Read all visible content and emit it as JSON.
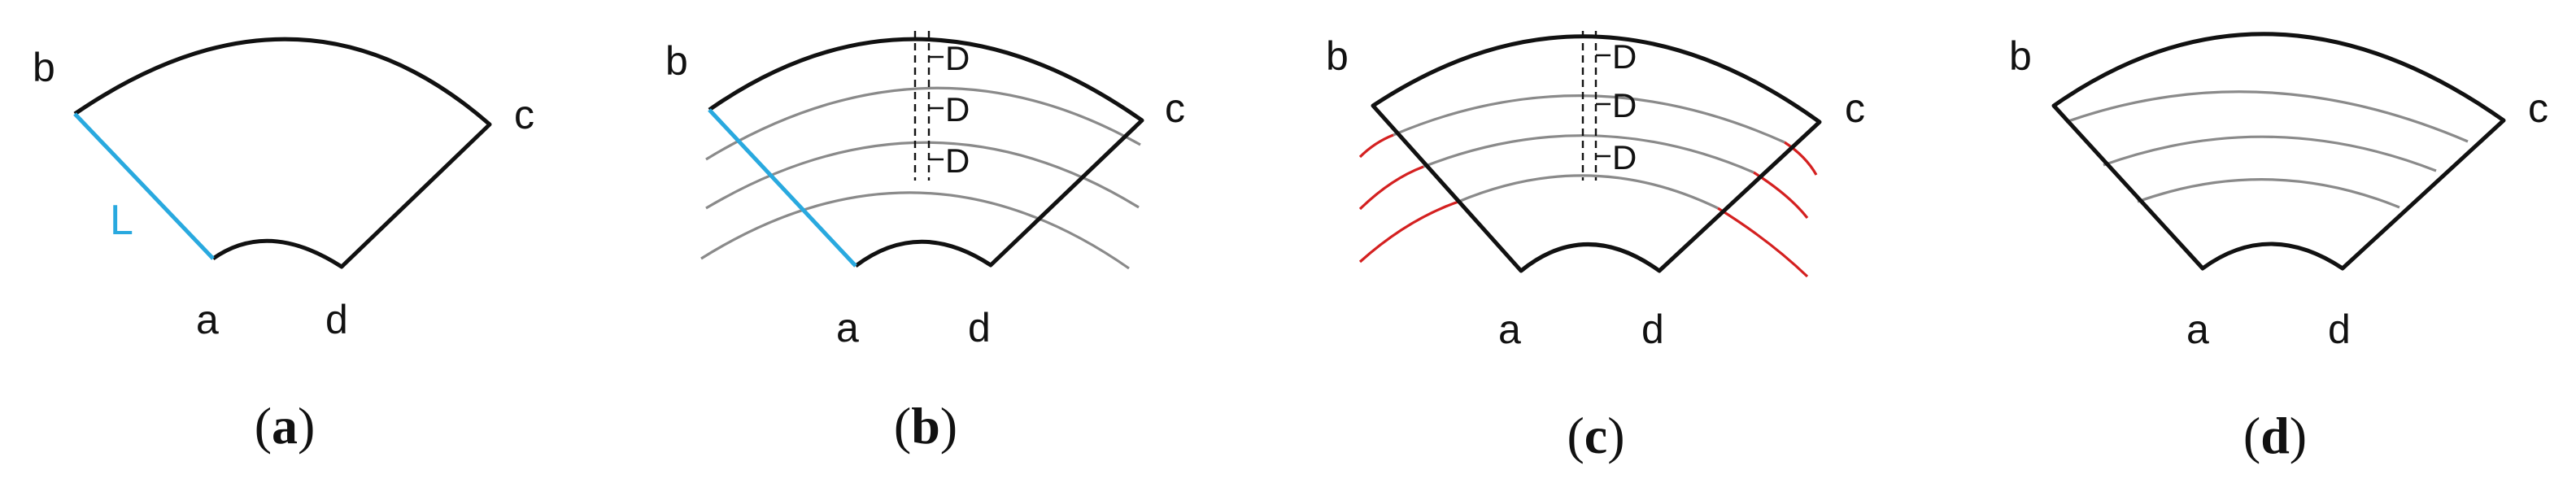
{
  "panels": [
    {
      "caption": {
        "open": "(",
        "letter": "a",
        "close": ")"
      },
      "labels": {
        "a": "a",
        "b": "b",
        "c": "c",
        "d": "d",
        "L": "L"
      }
    },
    {
      "caption": {
        "open": "(",
        "letter": "b",
        "close": ")"
      },
      "labels": {
        "a": "a",
        "b": "b",
        "c": "c",
        "d": "d"
      },
      "spacing_labels": [
        "D",
        "D",
        "D"
      ]
    },
    {
      "caption": {
        "open": "(",
        "letter": "c",
        "close": ")"
      },
      "labels": {
        "a": "a",
        "b": "b",
        "c": "c",
        "d": "d"
      },
      "spacing_labels": [
        "D",
        "D",
        "D"
      ]
    },
    {
      "caption": {
        "open": "(",
        "letter": "d",
        "close": ")"
      },
      "labels": {
        "a": "a",
        "b": "b",
        "c": "c",
        "d": "d"
      }
    }
  ],
  "colors": {
    "outline": "#111111",
    "boundary_L": "#29a9df",
    "contour_lines": "#8a8a8a",
    "trimmed_segments": "#d42020"
  }
}
